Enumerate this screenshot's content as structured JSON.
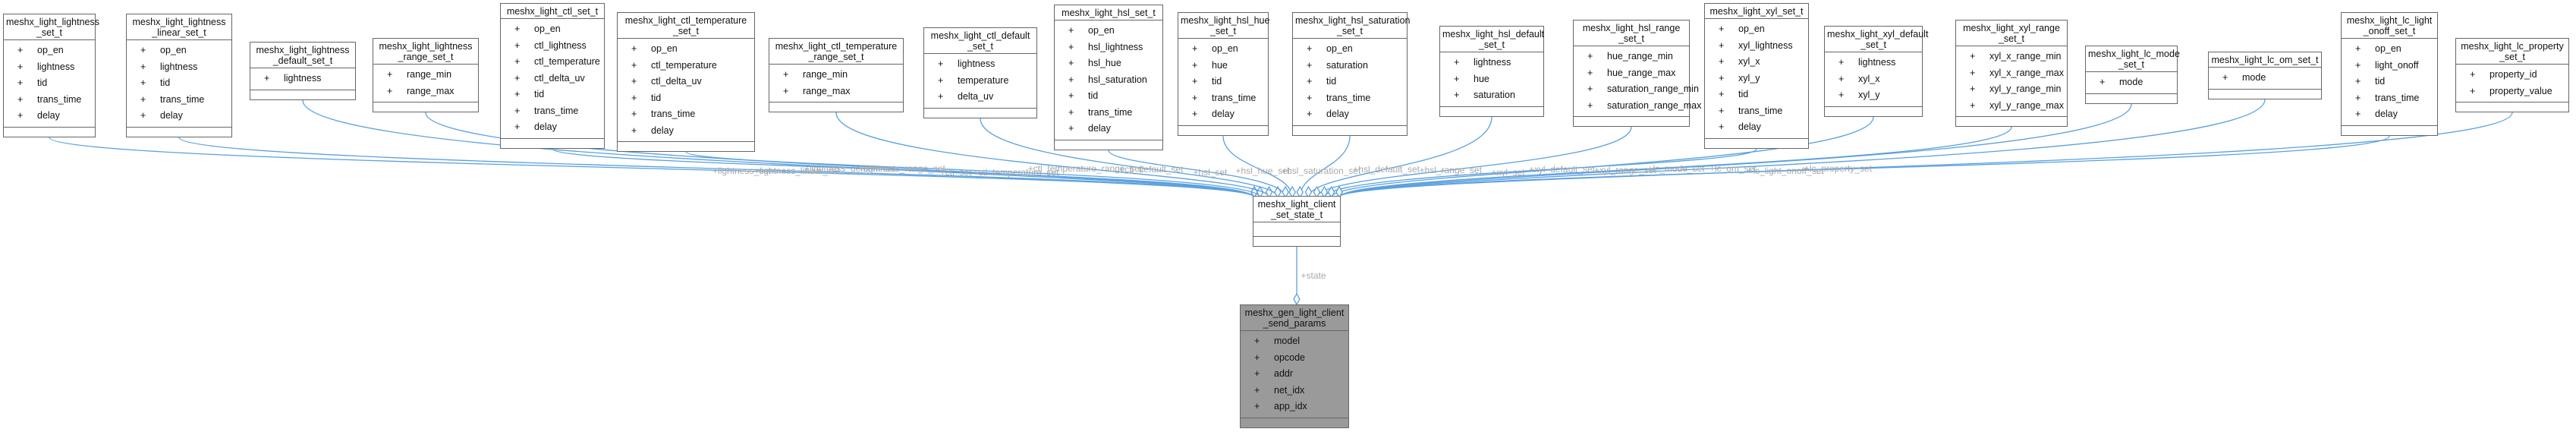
{
  "colors": {
    "edge": "#5aa0e0",
    "label": "#a8a8a8",
    "border": "#666666",
    "highlight": "#9a9a9a"
  },
  "nodes": [
    {
      "id": "n1",
      "title": [
        "meshx_light_lightness",
        "_set_t"
      ],
      "members": [
        "op_en",
        "lightness",
        "tid",
        "trans_time",
        "delay"
      ]
    },
    {
      "id": "n2",
      "title": [
        "meshx_light_lightness",
        "_linear_set_t"
      ],
      "members": [
        "op_en",
        "lightness",
        "tid",
        "trans_time",
        "delay"
      ]
    },
    {
      "id": "n3",
      "title": [
        "meshx_light_lightness",
        "_default_set_t"
      ],
      "members": [
        "lightness"
      ]
    },
    {
      "id": "n4",
      "title": [
        "meshx_light_lightness",
        "_range_set_t"
      ],
      "members": [
        "range_min",
        "range_max"
      ]
    },
    {
      "id": "n5",
      "title": [
        "meshx_light_ctl_set_t"
      ],
      "members": [
        "op_en",
        "ctl_lightness",
        "ctl_temperature",
        "ctl_delta_uv",
        "tid",
        "trans_time",
        "delay"
      ]
    },
    {
      "id": "n6",
      "title": [
        "meshx_light_ctl_temperature",
        "_set_t"
      ],
      "members": [
        "op_en",
        "ctl_temperature",
        "ctl_delta_uv",
        "tid",
        "trans_time",
        "delay"
      ]
    },
    {
      "id": "n7",
      "title": [
        "meshx_light_ctl_temperature",
        "_range_set_t"
      ],
      "members": [
        "range_min",
        "range_max"
      ]
    },
    {
      "id": "n8",
      "title": [
        "meshx_light_ctl_default",
        "_set_t"
      ],
      "members": [
        "lightness",
        "temperature",
        "delta_uv"
      ]
    },
    {
      "id": "n9",
      "title": [
        "meshx_light_hsl_set_t"
      ],
      "members": [
        "op_en",
        "hsl_lightness",
        "hsl_hue",
        "hsl_saturation",
        "tid",
        "trans_time",
        "delay"
      ]
    },
    {
      "id": "n10",
      "title": [
        "meshx_light_hsl_hue",
        "_set_t"
      ],
      "members": [
        "op_en",
        "hue",
        "tid",
        "trans_time",
        "delay"
      ]
    },
    {
      "id": "n11",
      "title": [
        "meshx_light_hsl_saturation",
        "_set_t"
      ],
      "members": [
        "op_en",
        "saturation",
        "tid",
        "trans_time",
        "delay"
      ]
    },
    {
      "id": "n12",
      "title": [
        "meshx_light_hsl_default",
        "_set_t"
      ],
      "members": [
        "lightness",
        "hue",
        "saturation"
      ]
    },
    {
      "id": "n13",
      "title": [
        "meshx_light_hsl_range",
        "_set_t"
      ],
      "members": [
        "hue_range_min",
        "hue_range_max",
        "saturation_range_min",
        "saturation_range_max"
      ]
    },
    {
      "id": "n14",
      "title": [
        "meshx_light_xyl_set_t"
      ],
      "members": [
        "op_en",
        "xyl_lightness",
        "xyl_x",
        "xyl_y",
        "tid",
        "trans_time",
        "delay"
      ]
    },
    {
      "id": "n15",
      "title": [
        "meshx_light_xyl_default",
        "_set_t"
      ],
      "members": [
        "lightness",
        "xyl_x",
        "xyl_y"
      ]
    },
    {
      "id": "n16",
      "title": [
        "meshx_light_xyl_range",
        "_set_t"
      ],
      "members": [
        "xyl_x_range_min",
        "xyl_x_range_max",
        "xyl_y_range_min",
        "xyl_y_range_max"
      ]
    },
    {
      "id": "n17",
      "title": [
        "meshx_light_lc_mode",
        "_set_t"
      ],
      "members": [
        "mode"
      ]
    },
    {
      "id": "n18",
      "title": [
        "meshx_light_lc_om_set_t"
      ],
      "members": [
        "mode"
      ]
    },
    {
      "id": "n19",
      "title": [
        "meshx_light_lc_light",
        "_onoff_set_t"
      ],
      "members": [
        "op_en",
        "light_onoff",
        "tid",
        "trans_time",
        "delay"
      ]
    },
    {
      "id": "n20",
      "title": [
        "meshx_light_lc_property",
        "_set_t"
      ],
      "members": [
        "property_id",
        "property_value"
      ]
    },
    {
      "id": "center",
      "title": [
        "meshx_light_client",
        "_set_state_t"
      ],
      "members": []
    },
    {
      "id": "target",
      "title": [
        "meshx_gen_light_client",
        "_send_params"
      ],
      "members": [
        "model",
        "opcode",
        "addr",
        "net_idx",
        "app_idx"
      ]
    }
  ],
  "edge_labels": [
    "+lightness_set",
    "+lightness_linear_set",
    "+lightness_default_set",
    "+lightness_range_set",
    "+ctl_set",
    "+ctl_temperature_set",
    "+ctl_temperature_range_set",
    "+ctl_default_set",
    "+hsl_set",
    "+hsl_hue_set",
    "+hsl_saturation_set",
    "+hsl_default_set",
    "+hsl_range_set",
    "+xyl_set",
    "+xyl_default_set",
    "+xyl_range_set",
    "+lc_mode_set",
    "+lc_om_set",
    "+lc_light_onoff_set",
    "+lc_property_set"
  ],
  "center_edge_label": "+state"
}
